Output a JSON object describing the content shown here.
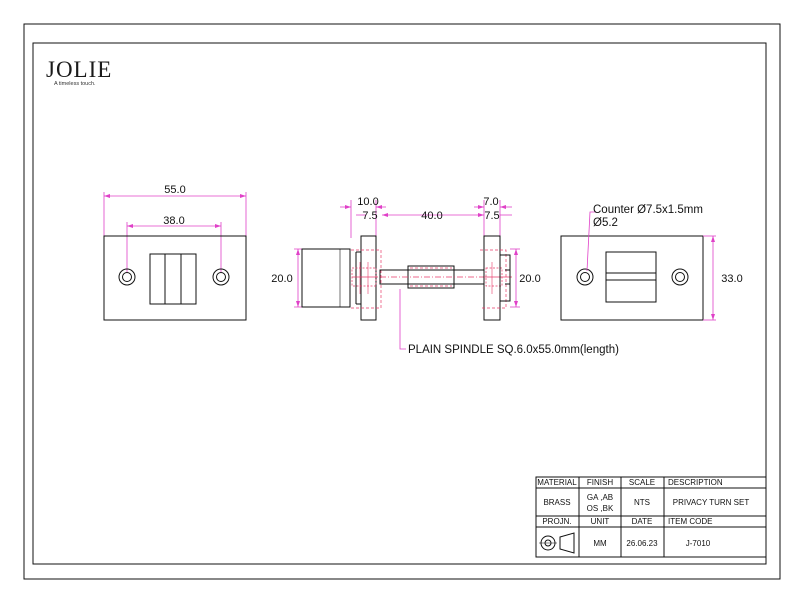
{
  "brand": {
    "name": "JOLIE",
    "tagline": "A timeless touch."
  },
  "front_view": {
    "width": "55.0",
    "hole_spacing": "38.0"
  },
  "side_view": {
    "left_plate_thickness": "10.0",
    "left_offset": "7.5",
    "spindle_span": "40.0",
    "right_plate_thickness": "7.0",
    "right_offset": "7.5",
    "left_height": "20.0",
    "right_height": "20.0",
    "spindle_note": "PLAIN SPINDLE SQ.6.0x55.0mm(length)"
  },
  "back_view": {
    "counter_note": "Counter Ø7.5x1.5mm",
    "hole_note": "Ø5.2",
    "height": "33.0"
  },
  "title_block": {
    "headers": [
      "MATERIAL",
      "FINISH",
      "SCALE",
      "DESCRIPTION"
    ],
    "material": "BRASS",
    "finish_line1": "GA ,AB",
    "finish_line2": "OS ,BK",
    "scale": "NTS",
    "description": "PRIVACY TURN SET",
    "headers2": [
      "PROJN.",
      "UNIT",
      "DATE",
      "ITEM CODE"
    ],
    "unit": "MM",
    "date": "26.06.23",
    "item_code": "J-7010"
  },
  "colors": {
    "dimension": "#e040c8",
    "outline": "#111111",
    "hidden": "#e83a6a"
  }
}
